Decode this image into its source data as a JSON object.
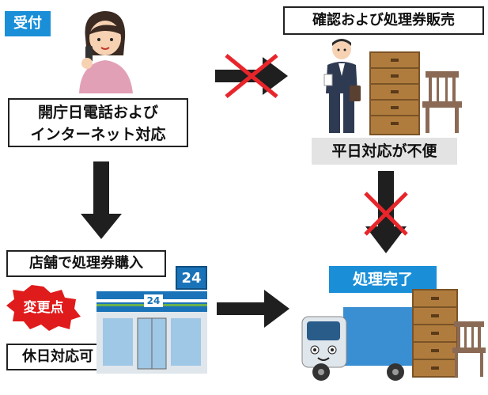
{
  "labels": {
    "reception": "受付",
    "phone_internet_line1": "開庁日電話および",
    "phone_internet_line2": "インターネット対応",
    "confirm_sale": "確認および処理券販売",
    "weekday_inconvenient": "平日対応が不便",
    "store_purchase": "店舗で処理券購入",
    "change_point": "変更点",
    "holiday_ok": "休日対応可",
    "done": "処理完了",
    "store_sign": "24"
  },
  "colors": {
    "accent_blue": "#1a8fd8",
    "change_red": "#e01b1b",
    "arrow": "#1f1f1f",
    "cross": "#e8252a",
    "furniture": "#b07c3e",
    "truck_blue": "#3a8ed2"
  }
}
